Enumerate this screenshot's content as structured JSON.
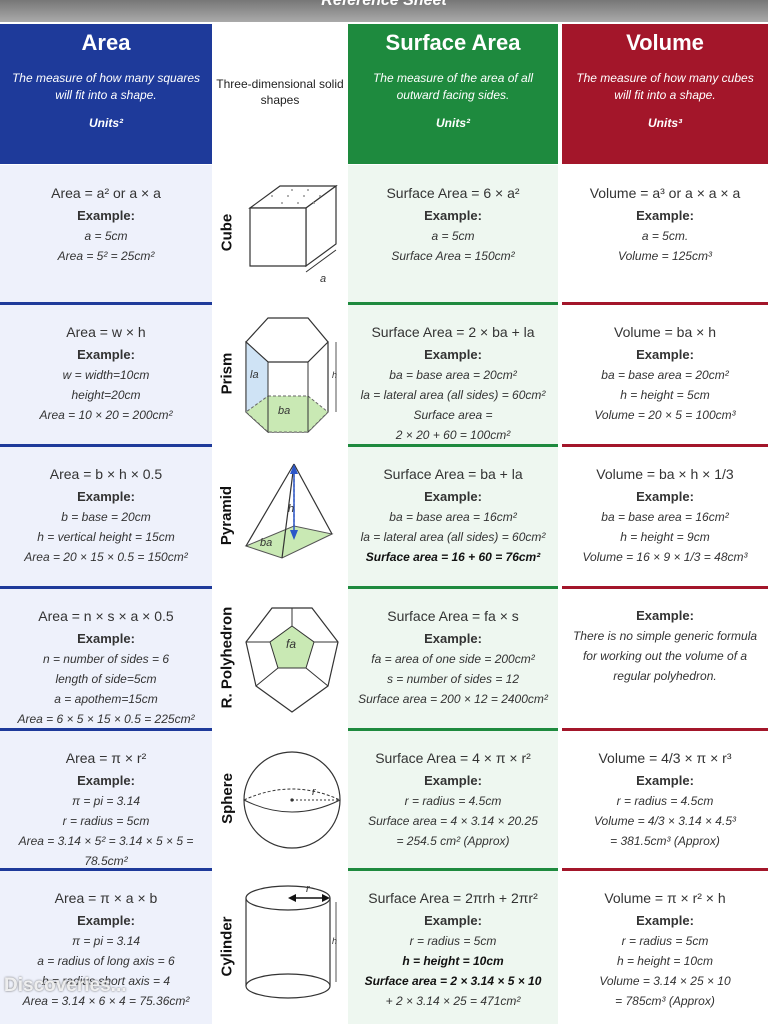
{
  "title": "Reference Sheet",
  "headers": {
    "area": {
      "heading": "Area",
      "desc": "The measure of how many squares will fit into a shape.",
      "units": "Units²"
    },
    "shapes": "Three-dimensional solid shapes",
    "surface": {
      "heading": "Surface Area",
      "desc": "The measure of the area of all outward facing sides.",
      "units": "Units²"
    },
    "volume": {
      "heading": "Volume",
      "desc": "The measure of how many cubes will fit into a shape.",
      "units": "Units³"
    }
  },
  "colors": {
    "area": "#1e3a9a",
    "surface": "#1e8a3e",
    "volume": "#a3162a"
  },
  "example_label": "Example:",
  "rows": [
    {
      "shape": "Cube",
      "shape_labels": [
        "a"
      ],
      "area": {
        "formula": "Area = a² or a × a",
        "lines": [
          "a = 5cm",
          "Area = 5² = 25cm²"
        ]
      },
      "surface": {
        "formula": "Surface Area = 6 × a²",
        "lines": [
          "a = 5cm",
          "Surface Area = 150cm²"
        ]
      },
      "volume": {
        "formula": "Volume = a³ or a × a × a",
        "lines": [
          "a = 5cm.",
          "Volume = 125cm³"
        ]
      }
    },
    {
      "shape": "Prism",
      "shape_labels": [
        "la",
        "ba",
        "h"
      ],
      "area": {
        "formula": "Area = w × h",
        "lines": [
          "w = width=10cm",
          "height=20cm",
          "Area = 10 × 20 = 200cm²"
        ]
      },
      "surface": {
        "formula": "Surface Area = 2 × ba + la",
        "lines": [
          "ba = base area = 20cm²",
          "la = lateral area (all sides) = 60cm²",
          "Surface area =",
          "2 × 20 + 60 = 100cm²"
        ]
      },
      "volume": {
        "formula": "Volume = ba × h",
        "lines": [
          "ba = base area = 20cm²",
          "h = height = 5cm",
          "Volume = 20 × 5 = 100cm³"
        ]
      }
    },
    {
      "shape": "Pyramid",
      "shape_labels": [
        "h",
        "ba"
      ],
      "area": {
        "formula": "Area = b × h × 0.5",
        "lines": [
          "b = base = 20cm",
          "h = vertical height = 15cm",
          "Area = 20 × 15 × 0.5 = 150cm²"
        ]
      },
      "surface": {
        "formula": "Surface Area = ba + la",
        "lines": [
          "ba = base area = 16cm²",
          "la = lateral area (all sides) = 60cm²"
        ],
        "bold": "Surface area = 16 + 60 = 76cm²"
      },
      "volume": {
        "formula": "Volume = ba × h × 1/3",
        "lines": [
          "ba = base area = 16cm²",
          "h = height = 9cm",
          "Volume = 16 × 9 × 1/3 = 48cm³"
        ]
      }
    },
    {
      "shape": "R. Polyhedron",
      "shape_labels": [
        "fa"
      ],
      "area": {
        "formula": "Area = n × s × a × 0.5",
        "lines": [
          "n = number of sides = 6",
          "length of side=5cm",
          "a = apothem=15cm",
          "Area = 6 × 5 × 15 × 0.5 = 225cm²"
        ]
      },
      "surface": {
        "formula": "Surface Area = fa × s",
        "lines": [
          "fa = area of one side = 200cm²",
          "s = number of sides = 12",
          "Surface area = 200 × 12 = 2400cm²"
        ]
      },
      "volume": {
        "formula": "",
        "lines": [
          "There is no simple generic formula",
          "for working out the volume of a",
          "regular polyhedron."
        ]
      }
    },
    {
      "shape": "Sphere",
      "shape_labels": [
        "r"
      ],
      "area": {
        "formula": "Area = π × r²",
        "lines": [
          "π = pi = 3.14",
          "r = radius = 5cm",
          "Area = 3.14 × 5² = 3.14 × 5 × 5 =",
          "78.5cm²"
        ]
      },
      "surface": {
        "formula": "Surface Area = 4 × π × r²",
        "lines": [
          "r = radius = 4.5cm",
          "Surface area = 4 × 3.14 × 20.25",
          "= 254.5 cm² (Approx)"
        ]
      },
      "volume": {
        "formula": "Volume = 4/3 × π × r³",
        "lines": [
          "r = radius = 4.5cm",
          "Volume = 4/3 × 3.14 × 4.5³",
          "= 381.5cm³ (Approx)"
        ]
      }
    },
    {
      "shape": "Cylinder",
      "shape_labels": [
        "r",
        "h"
      ],
      "area": {
        "formula": "Area = π × a × b",
        "lines": [
          "π = pi = 3.14",
          "a = radius of long axis = 6",
          "b = radius short axis = 4",
          "Area = 3.14 × 6 × 4 = 75.36cm²"
        ]
      },
      "surface": {
        "formula": "Surface Area = 2πrh + 2πr²",
        "lines": [
          "r = radius = 5cm"
        ],
        "bold_lines": [
          "h = height = 10cm",
          "Surface area = 2 × 3.14 × 5 × 10"
        ],
        "tail": "+ 2 × 3.14 × 25 = 471cm²"
      },
      "volume": {
        "formula": "Volume = π × r² × h",
        "lines": [
          "r = radius = 5cm",
          "h = height = 10cm",
          "Volume = 3.14 × 25 × 10",
          "= 785cm³ (Approx)"
        ]
      }
    }
  ],
  "watermark": "Discoveries..."
}
